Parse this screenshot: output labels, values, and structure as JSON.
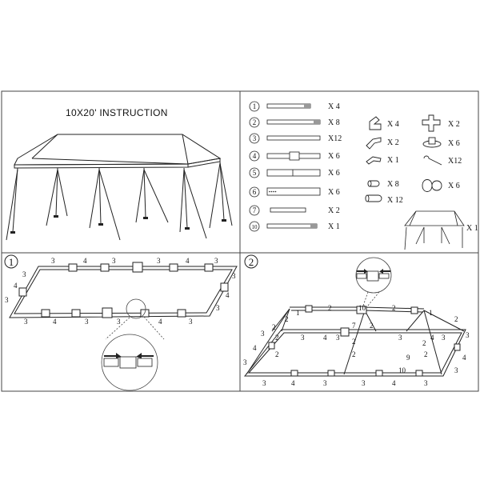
{
  "title": "10X20' INSTRUCTION",
  "parts": {
    "poles": [
      {
        "num": "1",
        "qty": "X 4"
      },
      {
        "num": "2",
        "qty": "X 8"
      },
      {
        "num": "3",
        "qty": "X12"
      },
      {
        "num": "4",
        "qty": "X 6"
      },
      {
        "num": "5",
        "qty": "X 6"
      },
      {
        "num": "6",
        "qty": "X 6"
      },
      {
        "num": "7",
        "qty": "X 2"
      },
      {
        "num": "10",
        "qty": "X 1"
      }
    ],
    "connectors_left": [
      {
        "icon": "three-way-connector-icon",
        "qty": "X 4"
      },
      {
        "icon": "two-way-connector-icon",
        "qty": "X 2"
      },
      {
        "icon": "angle-connector-icon",
        "qty": "X 1"
      },
      {
        "icon": "short-sleeve-icon",
        "qty": "X 8"
      },
      {
        "icon": "long-sleeve-icon",
        "qty": "X 12"
      }
    ],
    "connectors_right": [
      {
        "icon": "cross-connector-icon",
        "qty": "X 2"
      },
      {
        "icon": "foot-pad-icon",
        "qty": "X 6"
      },
      {
        "icon": "stake-icon",
        "qty": "X12"
      },
      {
        "icon": "rope-icon",
        "qty": "X 6"
      }
    ],
    "canopy_qty": "X 1"
  },
  "step1": {
    "number": "1",
    "top_edge": [
      "3",
      "4",
      "3",
      "3",
      "4",
      "3"
    ],
    "bottom_edge": [
      "3",
      "4",
      "3",
      "3",
      "4",
      "3"
    ],
    "left_edge": [
      "3",
      "4",
      "3"
    ],
    "right_edge": [
      "3",
      "4",
      "3"
    ]
  },
  "step2": {
    "number": "2",
    "ridge_labels": [
      "2",
      "10",
      "2",
      "1",
      "1",
      "7",
      "2",
      "2"
    ],
    "rafter_labels": [
      "2",
      "2",
      "2",
      "2",
      "2",
      "2",
      "2",
      "2"
    ],
    "mid_labels": [
      "3",
      "4",
      "3",
      "3",
      "4",
      "3"
    ],
    "bottom_edge": [
      "3",
      "4",
      "3",
      "3",
      "4",
      "3"
    ],
    "left_edge": [
      "3",
      "4",
      "3"
    ],
    "right_edge": [
      "3",
      "4",
      "3"
    ],
    "center_labels": [
      "9",
      "10"
    ]
  }
}
